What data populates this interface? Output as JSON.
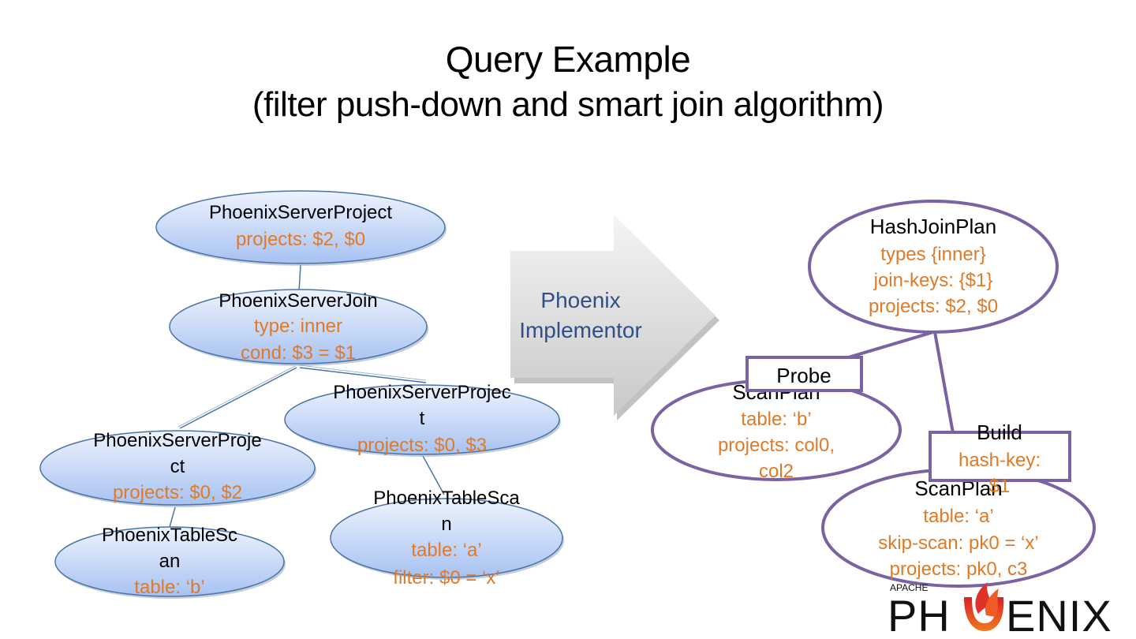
{
  "slide": {
    "title": "Query Example",
    "subtitle": "(filter push-down and smart join algorithm)"
  },
  "colors": {
    "node_fill_top": "#E8F0FC",
    "node_fill_bottom": "#A9C4F3",
    "node_stroke": "#4A74A8",
    "plan_stroke": "#7A62A3",
    "name_text": "#000000",
    "prop_text": "#E07A26",
    "arrow_label": "#2F4F86"
  },
  "logical_plan": {
    "nodes": [
      {
        "id": "server-project-top",
        "name": [
          "PhoenixServerProject"
        ],
        "props": [
          "projects: $2, $0"
        ]
      },
      {
        "id": "server-join",
        "name": [
          "PhoenixServerJoin"
        ],
        "props": [
          "type: inner",
          "cond: $3 = $1"
        ]
      },
      {
        "id": "server-project-left",
        "name": [
          "PhoenixServerProje",
          "ct"
        ],
        "props": [
          "projects: $0, $2"
        ]
      },
      {
        "id": "server-project-right",
        "name": [
          "PhoenixServerProjec",
          "t"
        ],
        "props": [
          "projects: $0, $3"
        ]
      },
      {
        "id": "table-scan-left",
        "name": [
          "PhoenixTableSc",
          "an"
        ],
        "props": [
          "table: ‘b’"
        ]
      },
      {
        "id": "table-scan-right",
        "name": [
          "PhoenixTableSca",
          "n"
        ],
        "props": [
          "table: ‘a’",
          "filter: $0 = ‘x’"
        ]
      }
    ]
  },
  "arrow": {
    "label_line1": "Phoenix",
    "label_line2": "Implementor"
  },
  "physical_plan": {
    "nodes": [
      {
        "id": "hash-join-plan",
        "name": [
          "HashJoinPlan"
        ],
        "props": [
          "types {inner}",
          "join-keys: {$1}",
          "projects: $2, $0"
        ]
      },
      {
        "id": "scan-plan-left",
        "name": [
          "ScanPlan"
        ],
        "props": [
          "table: ‘b’",
          "projects: col0,",
          "col2"
        ]
      },
      {
        "id": "scan-plan-right",
        "name": [
          "ScanPlan"
        ],
        "props": [
          "table: ‘a’",
          "skip-scan: pk0 = ‘x’",
          "projects: pk0, c3"
        ]
      }
    ],
    "probe_label": "Probe",
    "build_label": "Build",
    "build_props": [
      "hash-key:",
      "$1"
    ]
  },
  "logo": {
    "apache": "APACHE",
    "left": "PH",
    "right": "ENIX"
  }
}
